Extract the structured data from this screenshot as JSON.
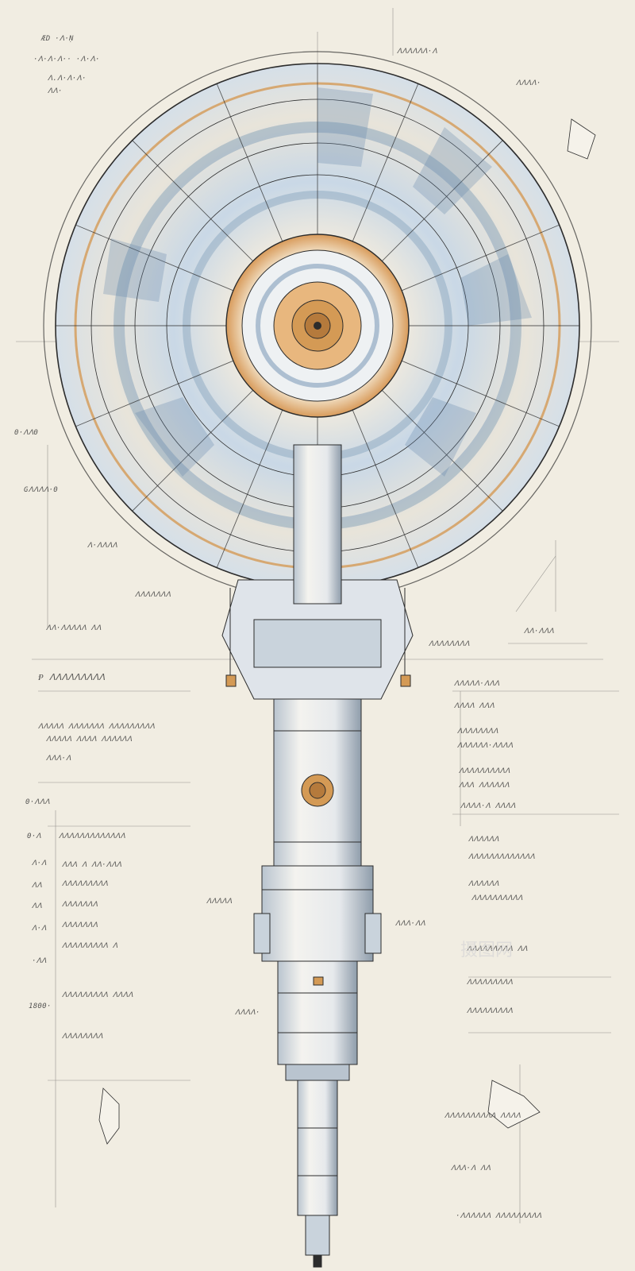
{
  "watermark": "摄图网",
  "colors": {
    "paper": "#f1ede2",
    "ink": "#2c2c2c",
    "copper": "#d49a55",
    "steel_blue": "#5d83a8",
    "pale_blue": "#b8cde0"
  },
  "annotations": {
    "top_left": [
      "ÆD ·ᐱ·Ṇ",
      "·ᐱ·ᐱ·ᐱ·· ·ᐱ·ᐱ·",
      "ᐱ.ᐱ·ᐱ·ᐱ·",
      "ᐱᐱ·"
    ],
    "left_mid": [
      "0·ᐱᐱ0",
      "Gᐱᐱᐱᐱ·0",
      "ᐱ·ᐱᐱᐱᐱ",
      "ᐱᐱᐱᐱᐱᐱᐱ",
      "ᐱᐱ·ᐱᐱᐱᐱᐱ ᐱᐱ"
    ],
    "left_block_title": "Ᵽ ᐱᐱᐱᐱᐱᐱᐱᐱᐱ",
    "left_block": [
      "ᐱᐱᐱᐱᐱ ᐱᐱᐱᐱᐱᐱᐱ ᐱᐱᐱᐱᐱᐱᐱᐱᐱ",
      "ᐱᐱᐱᐱᐱ ᐱᐱᐱᐱ ᐱᐱᐱᐱᐱᐱ",
      "ᐱᐱᐱ·ᐱ"
    ],
    "left_scale": [
      "0·ᐱᐱᐱ",
      "0·ᐱ",
      "ᐱ·ᐱ",
      "ᐱᐱ",
      "ᐱᐱ",
      "ᐱ·ᐱ",
      "·ᐱᐱ",
      "1800·"
    ],
    "left_rows": [
      "ᐱᐱᐱᐱᐱᐱᐱᐱᐱᐱᐱᐱᐱ",
      "ᐱᐱᐱ ᐱ ᐱᐱ·ᐱᐱᐱ",
      "ᐱᐱᐱᐱᐱᐱᐱᐱᐱ",
      "ᐱᐱᐱᐱᐱᐱᐱ",
      "ᐱᐱᐱᐱᐱᐱᐱ",
      "ᐱᐱᐱᐱᐱᐱᐱᐱᐱ ᐱ",
      "ᐱᐱᐱᐱᐱᐱᐱᐱᐱ ᐱᐱᐱᐱ",
      "ᐱᐱᐱᐱᐱᐱᐱᐱ"
    ],
    "right_top": [
      "ᐱᐱᐱᐱᐱᐱ·ᐱ",
      "ᐱᐱᐱᐱ·",
      "ᐱᐱ·ᐱᐱᐱ"
    ],
    "right_block": [
      "ᐱᐱᐱᐱᐱ·ᐱᐱᐱ",
      "ᐱᐱᐱᐱ ᐱᐱᐱ",
      "ᐱᐱᐱᐱᐱᐱᐱᐱ",
      "ᐱᐱᐱᐱᐱᐱ·ᐱᐱᐱᐱ",
      "ᐱᐱᐱᐱᐱᐱᐱᐱᐱᐱ",
      "ᐱᐱᐱ ᐱᐱᐱᐱᐱᐱ",
      "ᐱᐱᐱᐱ·ᐱ ᐱᐱᐱᐱ"
    ],
    "right_lower": [
      "ᐱᐱᐱᐱᐱᐱ",
      "ᐱᐱᐱᐱᐱᐱᐱᐱᐱᐱᐱᐱᐱ",
      "ᐱᐱᐱᐱᐱᐱ",
      "ᐱᐱᐱᐱᐱᐱᐱᐱᐱᐱ",
      "ᐱᐱᐱᐱᐱᐱᐱᐱᐱ ᐱᐱ",
      "ᐱᐱᐱᐱᐱᐱᐱᐱᐱ",
      "ᐱᐱᐱᐱᐱᐱᐱᐱᐱ"
    ],
    "bottom_right": [
      "ᐱᐱᐱᐱᐱᐱᐱᐱᐱᐱ ᐱᐱᐱᐱ",
      "ᐱᐱᐱ·ᐱ ᐱᐱ",
      "·ᐱᐱᐱᐱᐱᐱ ᐱᐱᐱᐱᐱᐱᐱᐱᐱ"
    ],
    "center_labels": [
      "ᐱᐱᐱᐱᐱ",
      "ᐱᐱᐱ·ᐱᐱ",
      "ᐱᐱᐱᐱ·",
      "ᐱᐱᐱᐱᐱᐱᐱᐱ"
    ]
  }
}
